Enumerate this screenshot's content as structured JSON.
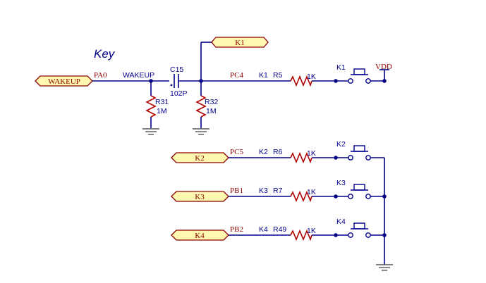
{
  "title": "Key",
  "ports": {
    "wakeup": "WAKEUP",
    "k1": "K1",
    "k2": "K2",
    "k3": "K3",
    "k4": "K4"
  },
  "nets": {
    "pa0": "PA0",
    "wakeup": "WAKEUP",
    "pc4": "PC4",
    "pc5": "PC5",
    "pb1": "PB1",
    "pb2": "PB2",
    "vdd": "VDD"
  },
  "capacitor": {
    "ref": "C15",
    "value": "102P"
  },
  "resistors": {
    "r31": {
      "ref": "R31",
      "value": "1M"
    },
    "r32": {
      "ref": "R32",
      "value": "1M"
    },
    "r5": {
      "ref": "R5",
      "value": "1K"
    },
    "r6": {
      "ref": "R6",
      "value": "1K"
    },
    "r7": {
      "ref": "R7",
      "value": "1K"
    },
    "r49": {
      "ref": "R49",
      "value": "1K"
    }
  },
  "row_keys": {
    "k1": "K1",
    "k2": "K2",
    "k3": "K3",
    "k4": "K4"
  },
  "switches": {
    "k1": "K1",
    "k2": "K2",
    "k3": "K3",
    "k4": "K4"
  }
}
